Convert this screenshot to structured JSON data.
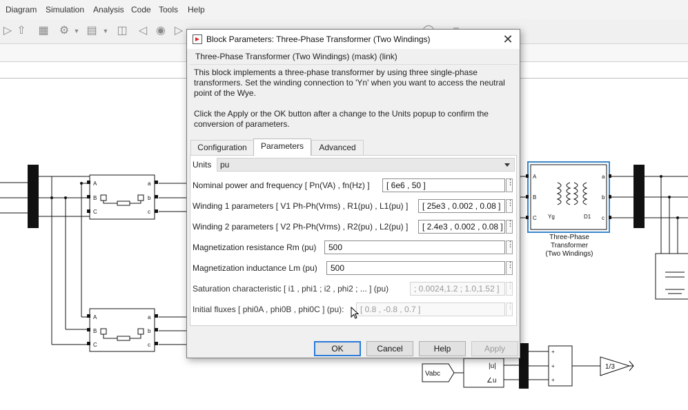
{
  "menubar": {
    "items": [
      "Diagram",
      "Simulation",
      "Analysis",
      "Code",
      "Tools",
      "Help"
    ]
  },
  "diagram": {
    "blocks": {
      "transformer_label": [
        "Three-Phase",
        "Transformer",
        "(Two Windings)"
      ],
      "transformer_in_ports": [
        "A",
        "B",
        "C"
      ],
      "transformer_out_ports": [
        "a",
        "b",
        "c"
      ],
      "transformer_primary": "Yg",
      "transformer_secondary": "D1",
      "vabc": "Vabc",
      "abs_u": "|u|",
      "angle_u": "∠u",
      "gain": "1/3",
      "sum_sign": "+"
    }
  },
  "dialog": {
    "title": "Block Parameters: Three-Phase Transformer (Two Windings)",
    "mask_title": "Three-Phase Transformer (Two Windings) (mask) (link)",
    "description": "This block implements a three-phase transformer by using three single-phase transformers. Set the winding connection to 'Yn'  when you want to access the neutral point of the Wye.",
    "description2": "Click the Apply or the OK button after a change to the Units popup to confirm the conversion of parameters.",
    "tabs": [
      "Configuration",
      "Parameters",
      "Advanced"
    ],
    "active_tab": "Parameters",
    "units": {
      "label": "Units",
      "value": "pu"
    },
    "params": [
      {
        "label": "Nominal power and frequency  [ Pn(VA) , fn(Hz) ]",
        "value": "[ 6e6 , 50 ]",
        "enabled": true
      },
      {
        "label": "Winding 1 parameters [ V1 Ph-Ph(Vrms) , R1(pu) , L1(pu) ]",
        "value": "[ 25e3 , 0.002 , 0.08 ]",
        "enabled": true
      },
      {
        "label": "Winding 2 parameters [ V2 Ph-Ph(Vrms) , R2(pu) , L2(pu) ]",
        "value": "[ 2.4e3 , 0.002 , 0.08 ]",
        "enabled": true
      },
      {
        "label": "Magnetization resistance  Rm (pu)",
        "value": "500",
        "enabled": true
      },
      {
        "label": "Magnetization inductance  Lm (pu)",
        "value": "500",
        "enabled": true
      },
      {
        "label": "Saturation characteristic [ i1 ,  phi1 ;  i2 , phi2 ; ... ] (pu)",
        "value": "; 0.0024,1.2 ; 1.0,1.52 ]",
        "enabled": false
      },
      {
        "label": "Initial fluxes [ phi0A , phi0B , phi0C ] (pu):",
        "value": "[ 0.8 , -0.8 , 0.7 ]",
        "enabled": false
      }
    ],
    "buttons": {
      "ok": "OK",
      "cancel": "Cancel",
      "help": "Help",
      "apply": "Apply"
    },
    "menu_dots": "⋮",
    "close": "✕"
  }
}
